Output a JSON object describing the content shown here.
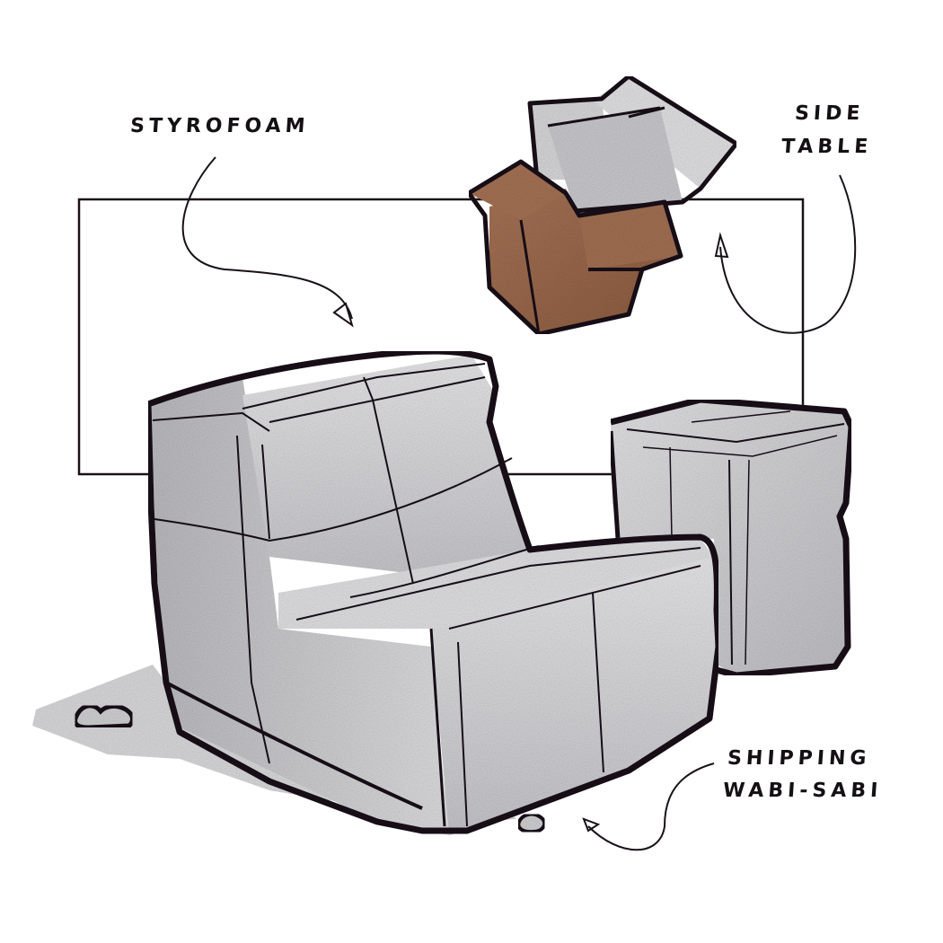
{
  "illustration": {
    "subject": "Styrofoam lounge chair and side table concept sketch",
    "colors": {
      "ink": "#1a1018",
      "foam_light": "#e8e8e8",
      "foam_mid": "#c9c9cc",
      "foam_dark": "#9a9a9e",
      "shadow": "#d6d6d8",
      "cardboard": "#9b6a4a",
      "cardboard_dark": "#7a4e33",
      "background": "#ffffff"
    }
  },
  "labels": {
    "styrofoam": "STYROFOAM",
    "side_table_line1": "SIDE",
    "side_table_line2": "TABLE",
    "shipping_line1": "SHIPPING",
    "shipping_line2": "WABI-SABI"
  }
}
